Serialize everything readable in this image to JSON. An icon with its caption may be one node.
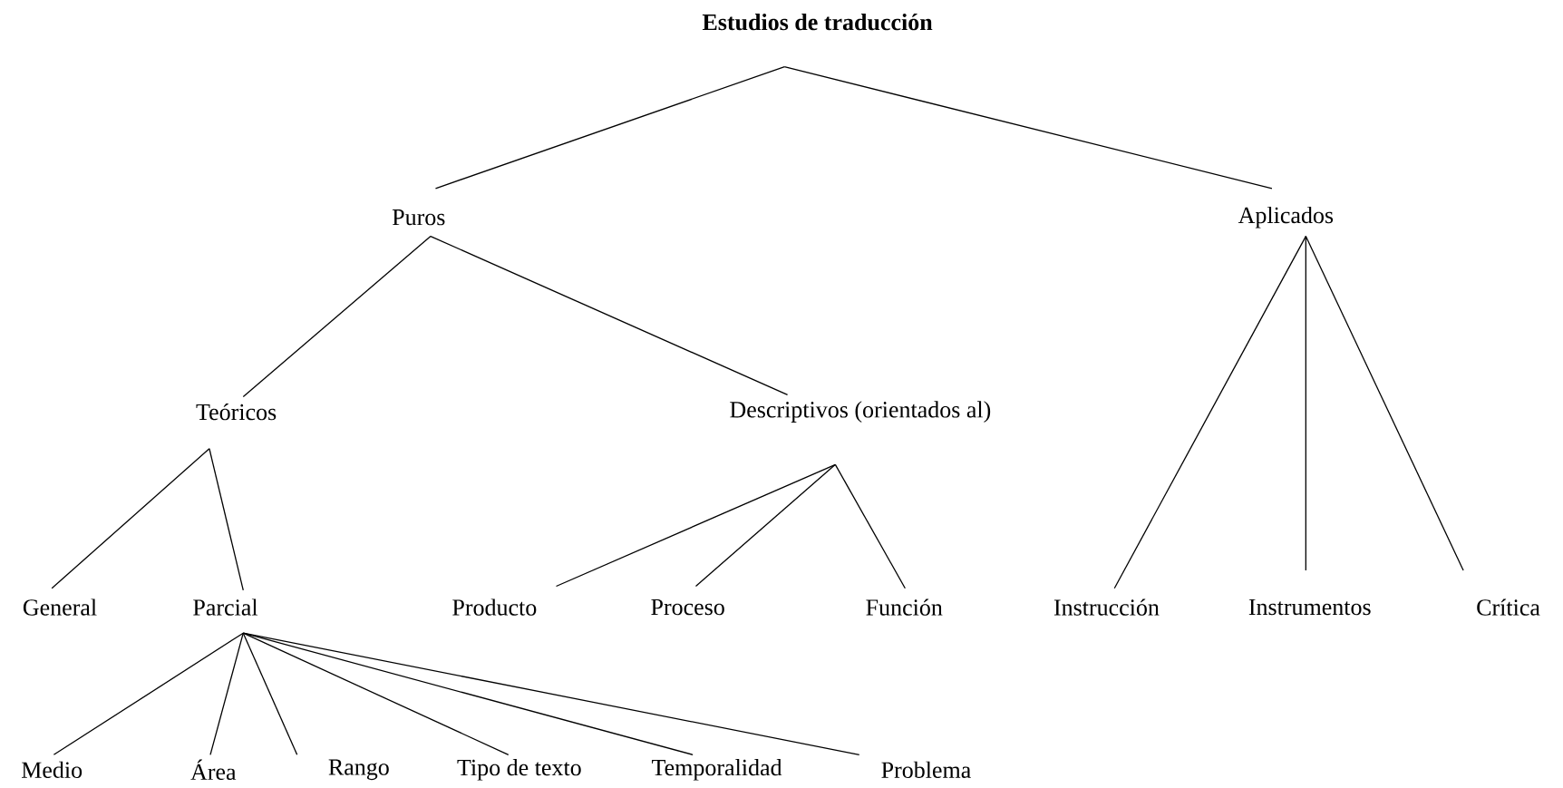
{
  "diagram": {
    "nodes": [
      {
        "text": [
          "Estudios de traducción"
        ]
      },
      {
        "text": [
          "Puros"
        ]
      },
      {
        "text": [
          "Aplicados"
        ]
      },
      {
        "text": [
          "Teóricos"
        ]
      },
      {
        "text": [
          "Descriptivos (orientados al)"
        ]
      },
      {
        "text": [
          "General"
        ]
      },
      {
        "text": [
          "Parcial"
        ]
      },
      {
        "text": [
          "Producto"
        ]
      },
      {
        "text": [
          "Proceso"
        ]
      },
      {
        "text": [
          "Función"
        ]
      },
      {
        "text": [
          "Instrucción"
        ]
      },
      {
        "text": [
          "Instrumentos"
        ]
      },
      {
        "text": [
          "Crítica"
        ]
      },
      {
        "text": [
          "Medio"
        ]
      },
      {
        "text": [
          "Área"
        ]
      },
      {
        "text": [
          "Rango"
        ]
      },
      {
        "text": [
          "Tipo de texto"
        ]
      },
      {
        "text": [
          "Temporalidad"
        ]
      },
      {
        "text": [
          "Problema"
        ]
      }
    ],
    "edges": [
      {
        "from": 0,
        "to": 1,
        "arrow": "none"
      },
      {
        "from": 0,
        "to": 2,
        "arrow": "none"
      },
      {
        "from": 1,
        "to": 3,
        "arrow": "none"
      },
      {
        "from": 1,
        "to": 4,
        "arrow": "none"
      },
      {
        "from": 2,
        "to": 10,
        "arrow": "none"
      },
      {
        "from": 2,
        "to": 11,
        "arrow": "none"
      },
      {
        "from": 2,
        "to": 12,
        "arrow": "none"
      },
      {
        "from": 3,
        "to": 5,
        "arrow": "none"
      },
      {
        "from": 3,
        "to": 6,
        "arrow": "none"
      },
      {
        "from": 4,
        "to": 7,
        "arrow": "none"
      },
      {
        "from": 4,
        "to": 8,
        "arrow": "none"
      },
      {
        "from": 4,
        "to": 9,
        "arrow": "none"
      },
      {
        "from": 6,
        "to": 13,
        "arrow": "none"
      },
      {
        "from": 6,
        "to": 14,
        "arrow": "none"
      },
      {
        "from": 6,
        "to": 15,
        "arrow": "none"
      },
      {
        "from": 6,
        "to": 16,
        "arrow": "none"
      },
      {
        "from": 6,
        "to": 17,
        "arrow": "none"
      },
      {
        "from": 6,
        "to": 18,
        "arrow": "none"
      }
    ]
  }
}
